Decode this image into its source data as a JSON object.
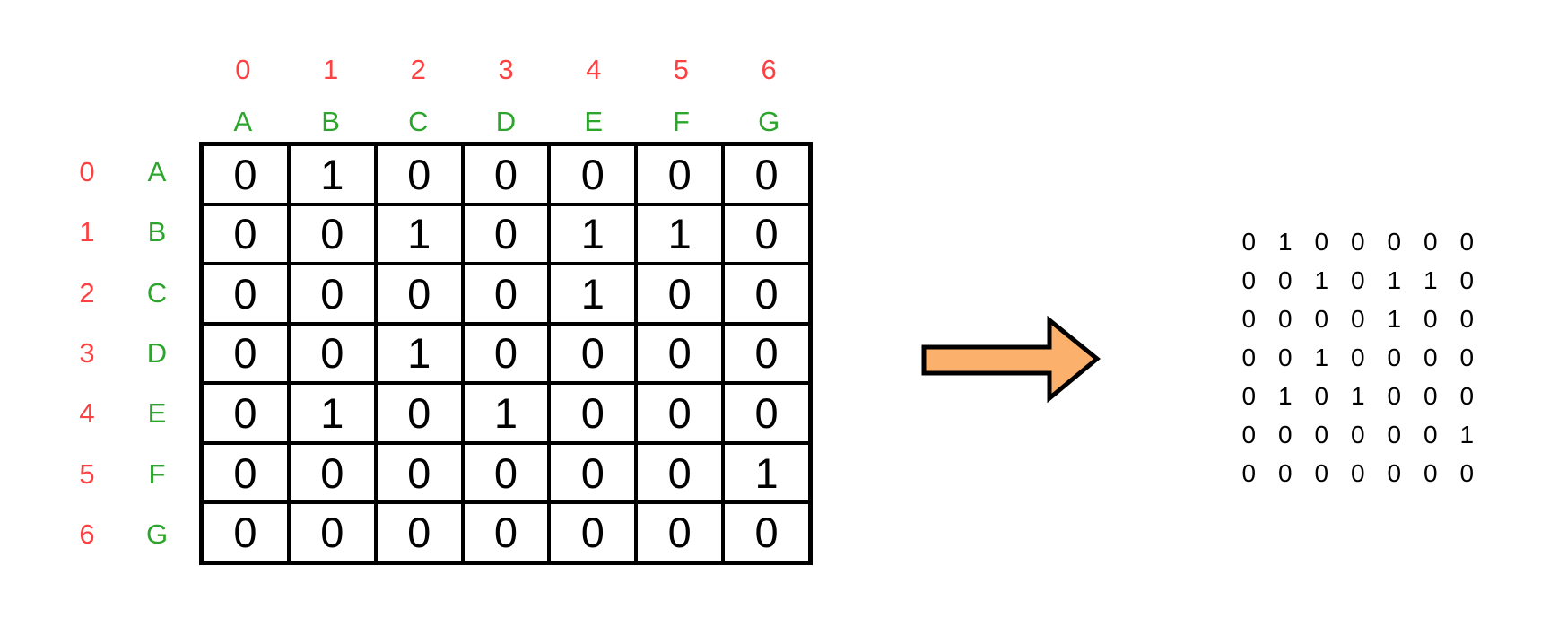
{
  "title": "adjacency-matrix-to-text-conversion",
  "colors": {
    "index_red": "#FB4141",
    "letter_green": "#2BA52B",
    "arrow_fill": "#FBB06B",
    "arrow_outline": "#000000",
    "grid_line": "#000000",
    "digit_black": "#000000",
    "background": "#FFFFFF"
  },
  "grid": {
    "col_indices": [
      "0",
      "1",
      "2",
      "3",
      "4",
      "5",
      "6"
    ],
    "col_letters": [
      "A",
      "B",
      "C",
      "D",
      "E",
      "F",
      "G"
    ],
    "row_indices": [
      "0",
      "1",
      "2",
      "3",
      "4",
      "5",
      "6"
    ],
    "row_letters": [
      "A",
      "B",
      "C",
      "D",
      "E",
      "F",
      "G"
    ],
    "matrix": [
      [
        0,
        1,
        0,
        0,
        0,
        0,
        0
      ],
      [
        0,
        0,
        1,
        0,
        1,
        1,
        0
      ],
      [
        0,
        0,
        0,
        0,
        1,
        0,
        0
      ],
      [
        0,
        0,
        1,
        0,
        0,
        0,
        0
      ],
      [
        0,
        1,
        0,
        1,
        0,
        0,
        0
      ],
      [
        0,
        0,
        0,
        0,
        0,
        0,
        1
      ],
      [
        0,
        0,
        0,
        0,
        0,
        0,
        0
      ]
    ]
  },
  "arrow": {
    "direction": "right"
  }
}
